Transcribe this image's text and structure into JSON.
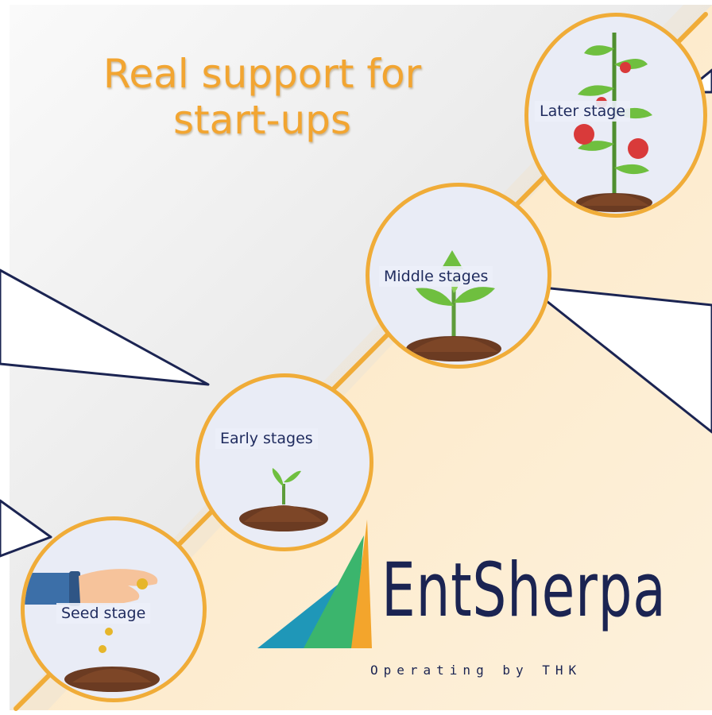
{
  "title": {
    "line1": "Real support for",
    "line2": "start-ups"
  },
  "stages": [
    {
      "label": "Seed stage"
    },
    {
      "label": "Early stages"
    },
    {
      "label": "Middle stages"
    },
    {
      "label": "Later stage"
    }
  ],
  "logo": {
    "wordmark": "EntSherpa",
    "tagline": "Operating by THK"
  },
  "colors": {
    "accent_orange": "#f0ac38",
    "title_orange": "#f2a531",
    "navy": "#1b2452",
    "logo_teal": "#1f97b8",
    "logo_green": "#3bb56d",
    "logo_orange": "#f3a52c"
  }
}
